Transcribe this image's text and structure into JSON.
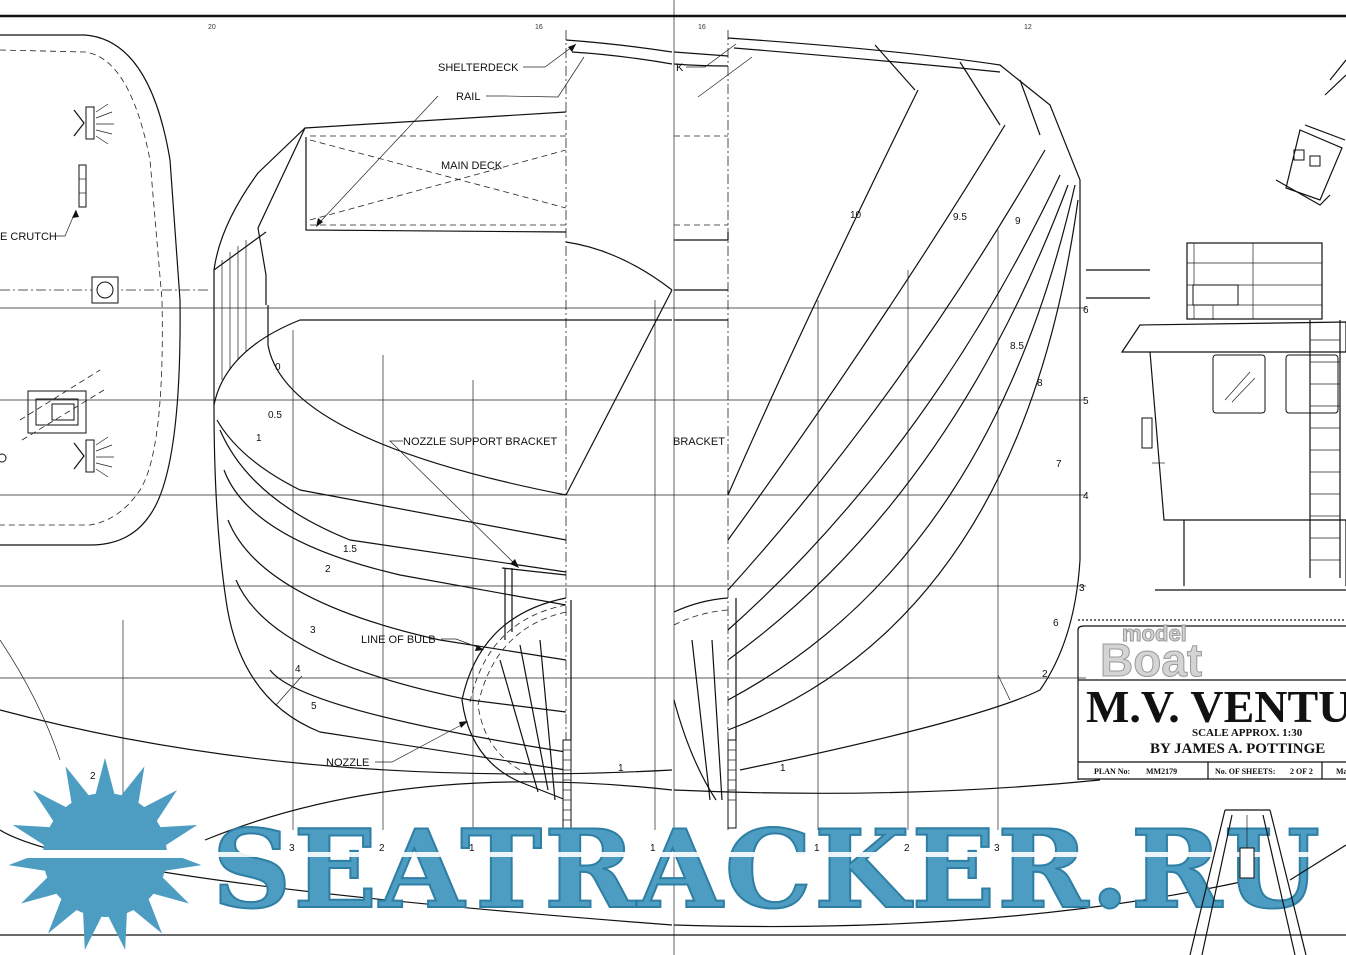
{
  "sheet": {
    "top_scale_marks": [
      "20",
      "16",
      "16",
      "12"
    ]
  },
  "labels": {
    "shelterdeck": "SHELTERDECK",
    "shelterdeck_cut": "K",
    "rail": "RAIL",
    "main_deck": "MAIN DECK",
    "crutch": "E CRUTCH",
    "nozzle_support_bracket": "NOZZLE SUPPORT BRACKET",
    "bracket_cut": "BRACKET",
    "line_of_bulb": "LINE OF BULB",
    "nozzle": "NOZZLE"
  },
  "stations_aft": [
    "0",
    "0.5",
    "1",
    "1.5",
    "2",
    "3",
    "4",
    "5"
  ],
  "stations_fwd": [
    "10",
    "9.5",
    "9",
    "8.5",
    "8",
    "7",
    "6",
    "2"
  ],
  "waterlines": [
    "6",
    "5",
    "4",
    "3"
  ],
  "buttocks_bottom": [
    "3",
    "2",
    "1",
    "1",
    "1",
    "2",
    "3"
  ],
  "bottom_marks": [
    "1",
    "1",
    "2"
  ],
  "title_block": {
    "brand_top": "model",
    "brand_bottom": "Boat",
    "vessel": "M.V. VENTU",
    "scale": "SCALE APPROX. 1:30",
    "author": "BY JAMES A. POTTINGE",
    "plan_no_label": "PLAN No:",
    "plan_no": "MM2179",
    "sheets_label": "No. OF SHEETS:",
    "sheets_value": "2 OF 2",
    "last_cut": "Ma"
  },
  "watermark": {
    "text": "SEATRACKER.RU",
    "color": "#4d9dc2"
  }
}
